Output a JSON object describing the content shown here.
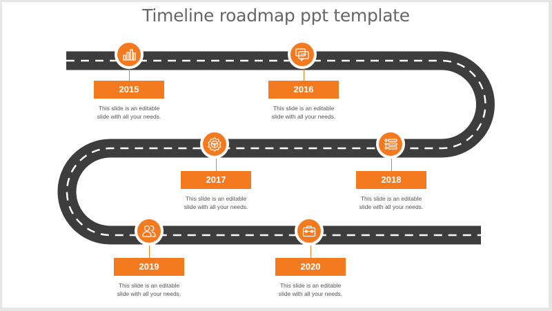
{
  "slide": {
    "title": "Timeline roadmap ppt template",
    "colors": {
      "accent": "#f47a20",
      "road": "#3d3d3d",
      "lane": "#ffffff",
      "title": "#666666",
      "text": "#555555"
    }
  },
  "milestones": [
    {
      "year": "2015",
      "icon": "bar-chart-icon",
      "line1": "This slide is an editable",
      "line2": "slide with all your needs."
    },
    {
      "year": "2016",
      "icon": "chat-bubbles-icon",
      "line1": "This slide is an editable",
      "line2": "slide with all your needs."
    },
    {
      "year": "2017",
      "icon": "gear-steering-icon",
      "line1": "This slide is an editable",
      "line2": "slide with all your needs."
    },
    {
      "year": "2018",
      "icon": "list-icon",
      "line1": "This slide is an editable",
      "line2": "slide with all your needs."
    },
    {
      "year": "2019",
      "icon": "users-icon",
      "line1": "This slide is an editable",
      "line2": "slide with all your needs."
    },
    {
      "year": "2020",
      "icon": "briefcase-icon",
      "line1": "This slide is an editable",
      "line2": "slide with all your needs."
    }
  ]
}
